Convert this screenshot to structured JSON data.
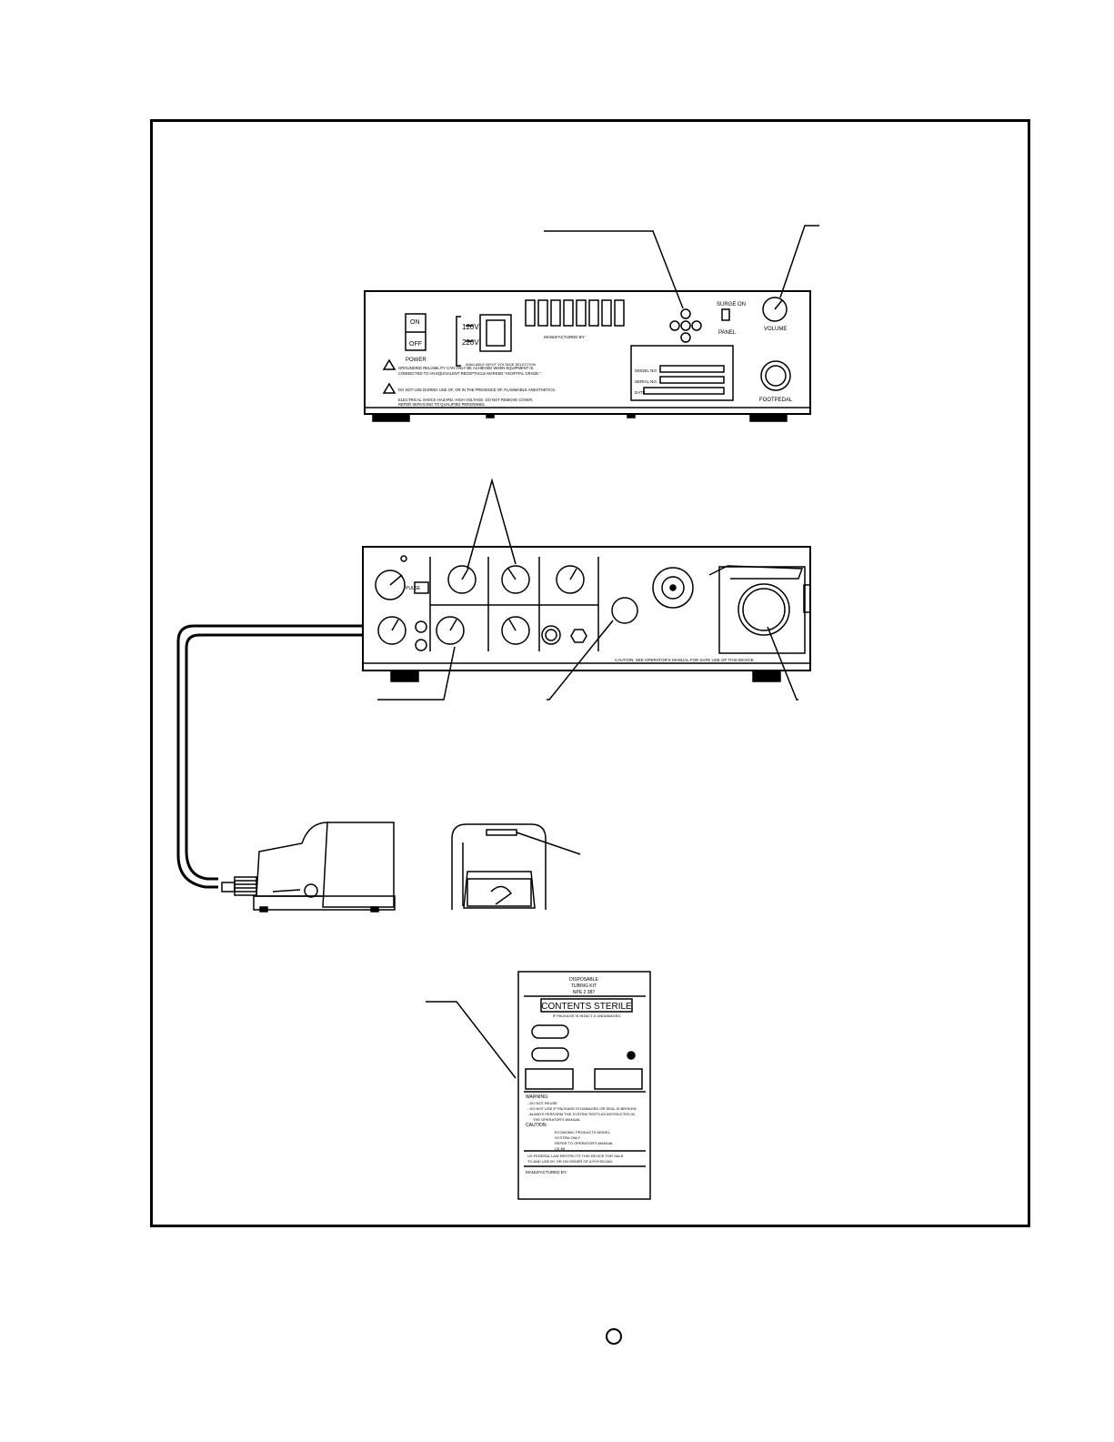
{
  "rear_panel": {
    "power_on": "ON",
    "power_off": "OFF",
    "power_label": "POWER",
    "v120": "120V",
    "v220": "220V",
    "voltage_selection": "AVAILABLE INPUT VOLTAGE SELECTION",
    "manufactured_by": "MANUFACTURED BY:",
    "surge_on": "SURGE ON",
    "panel": "PANEL",
    "volume": "VOLUME",
    "footpedal": "FOOTPEDAL",
    "model_no": "MODEL NO.",
    "serial_no": "SERIAL NO.",
    "date": "DATE",
    "warning_1a": "GROUNDING RELIABILITY CAN ONLY BE ACHIEVED WHEN EQUIPMENT IS",
    "warning_1b": "CONNECTED TO AN EQUIVALENT RECEPTACLE MARKED \"HOSPITAL GRADE.\"",
    "warning_2": "DO NOT USE DURING USE OF, OR IN THE PRESENCE OF, FLAMMABLE ANESTHETICS.",
    "warning_3a": "ELECTRICAL SHOCK HAZARD. HIGH VOLTAGE. DO NOT REMOVE COVER.",
    "warning_3b": "REFER SERVICING TO QUALIFIED PERSONNEL."
  },
  "front_panel": {
    "caution": "CAUTION: SEE OPERATOR'S MANUAL FOR SAFE USE OF THIS DEVICE.",
    "pulse": "PULSE"
  },
  "tubing_kit_label": {
    "line1": "DISPOSABLE",
    "line2": "TUBING KIT",
    "line3": "NPE 2 387",
    "sterile": "CONTENTS STERILE",
    "sterile_sub": "IF PACKAGE IS INTACT & UNDAMAGED",
    "warning_title": "WARNING:",
    "warn1": "- DO NOT REUSE",
    "warn2": "- DO NOT USE IF PACKAGE IS DAMAGED OR SEAL IS BROKEN",
    "warn3": "- ALWAYS PERFORM THE SYSTEM TESTS AS INSTRUCTED IN",
    "warn4": "THE OPERATOR'S MANUAL",
    "caution_title": "CAUTION:",
    "caution1": "ECONOMIC PRODUCTS MODEL",
    "caution2": "SYSTEM ONLY",
    "caution3": "REFER TO OPERATOR'S MANUAL",
    "caution4": "CE 89",
    "law1": "US FEDERAL LAW RESTRICTS THIS DEVICE FOR SALE",
    "law2": "TO AND USE BY OR ON ORDER OF A PHYSICIAN",
    "manufacturer": "MANUFACTURED BY:"
  }
}
